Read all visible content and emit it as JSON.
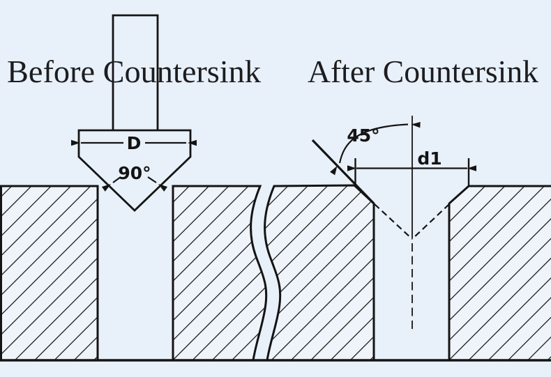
{
  "diagram": {
    "titles": {
      "before": "Before Countersink",
      "after": "After Countersink"
    },
    "tool": {
      "diameter_label": "D",
      "tip_angle_label": "90°"
    },
    "countersink": {
      "chamfer_angle_label": "45°",
      "diameter_label": "d1"
    },
    "colors": {
      "background": "#e8f0f9",
      "material_fill": "#eff4fb",
      "line": "#141414",
      "text": "#1d1d1f"
    }
  }
}
